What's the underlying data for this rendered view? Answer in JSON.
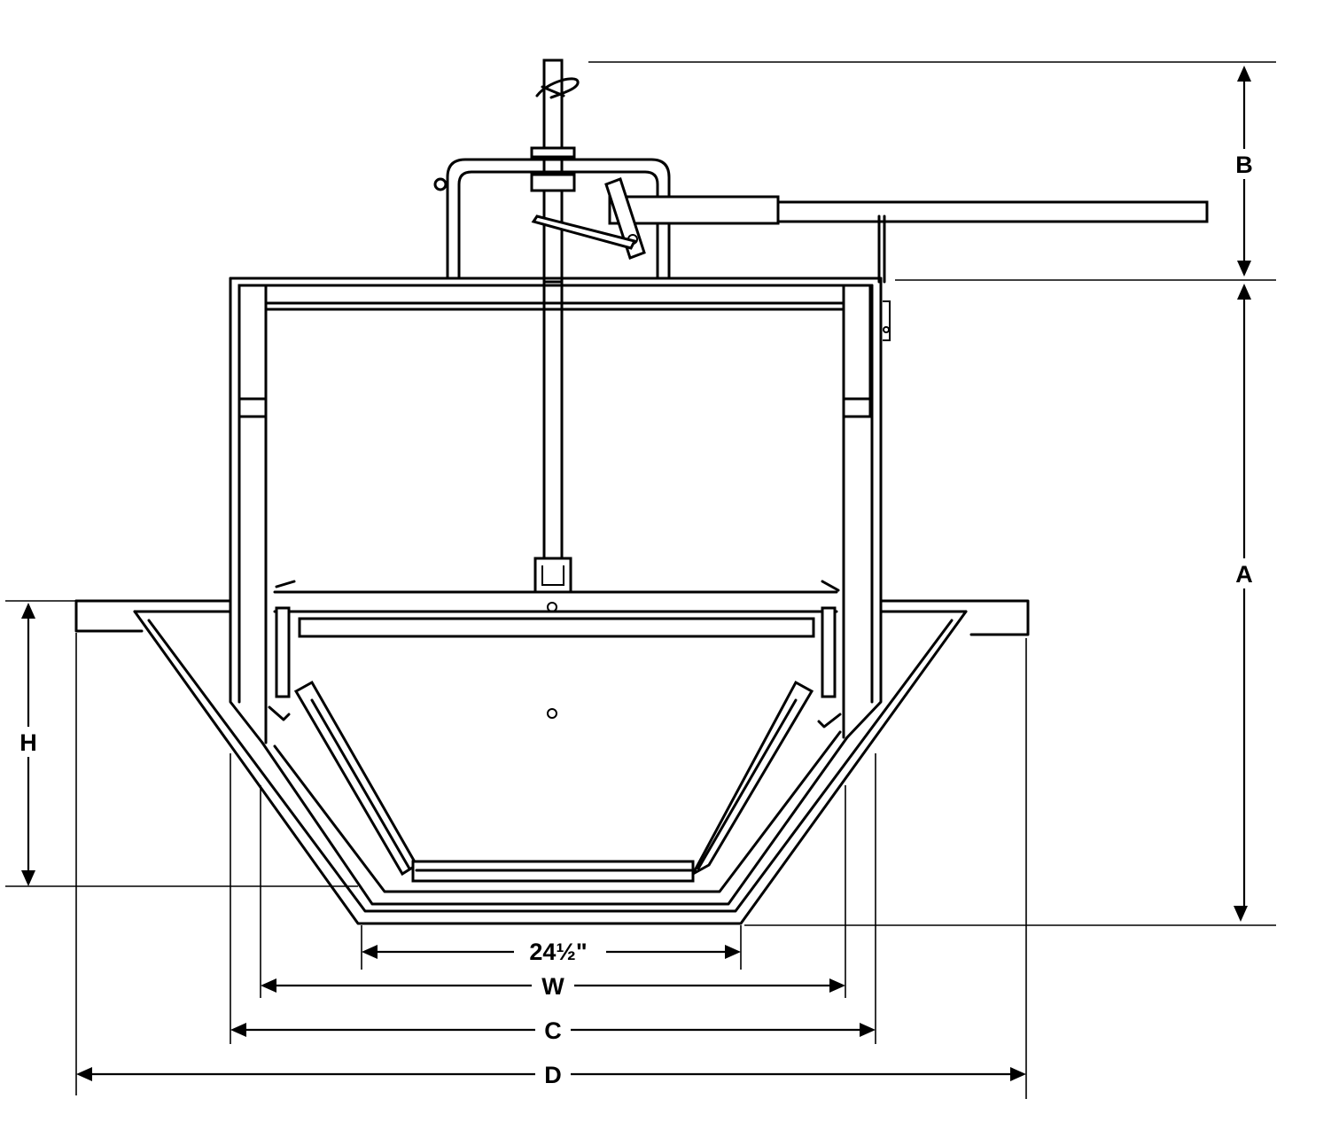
{
  "dimensions": {
    "A": "A",
    "B": "B",
    "H": "H",
    "W": "W",
    "C": "C",
    "D": "D",
    "bottom_width": "24½\""
  }
}
